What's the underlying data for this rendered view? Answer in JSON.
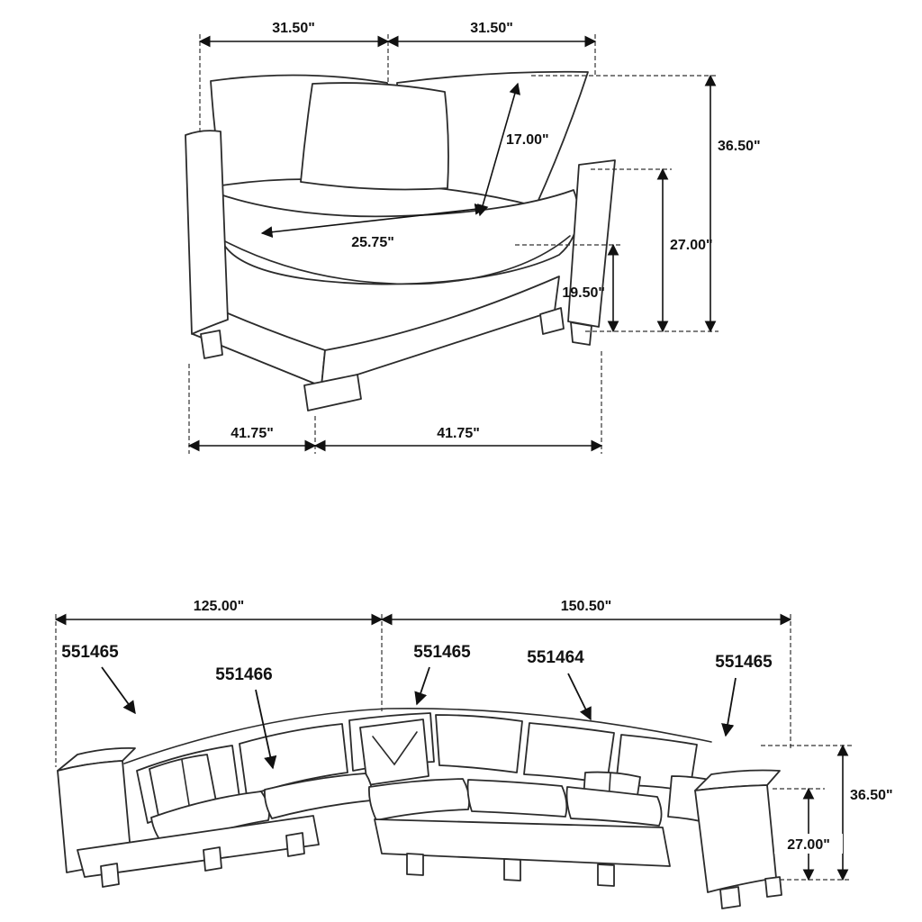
{
  "corner_chair": {
    "top_width_left": "31.50\"",
    "top_width_right": "31.50\"",
    "back_cushion": "17.00\"",
    "overall_height": "36.50\"",
    "arm_height": "27.00\"",
    "seat_height": "19.50\"",
    "seat_depth": "25.75\"",
    "base_depth_left": "41.75\"",
    "base_depth_right": "41.75\""
  },
  "sectional": {
    "width_left": "125.00\"",
    "width_right": "150.50\"",
    "overall_height": "36.50\"",
    "arm_height": "27.00\"",
    "skus": [
      "551465",
      "551466",
      "551465",
      "551464",
      "551465"
    ]
  }
}
